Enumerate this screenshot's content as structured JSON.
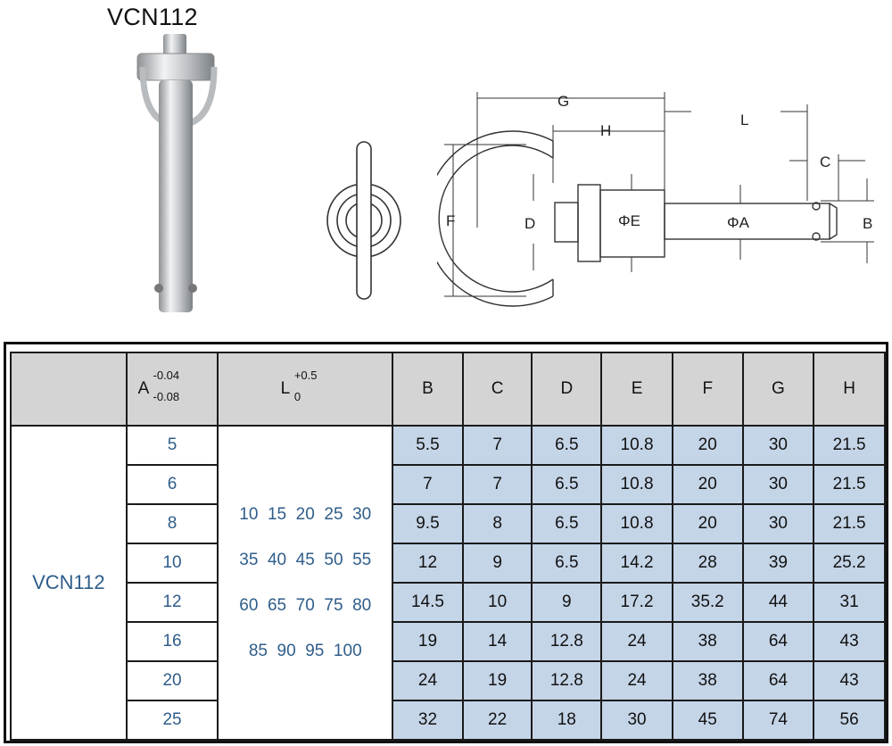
{
  "title": "VCN112",
  "drawing_labels": {
    "G": "G",
    "H": "H",
    "L": "L",
    "C": "C",
    "F": "F",
    "D": "D",
    "E": "ΦE",
    "A": "ΦA",
    "B": "B"
  },
  "table": {
    "header": {
      "blank": "",
      "a_label": "A",
      "a_tol_upper": "-0.04",
      "a_tol_lower": "-0.08",
      "l_label": "L",
      "l_tol_upper": "+0.5",
      "l_tol_lower": "0",
      "cols": [
        "B",
        "C",
        "D",
        "E",
        "F",
        "G",
        "H"
      ]
    },
    "model": "VCN112",
    "length_lines": [
      "10  15  20  25  30",
      "35  40  45  50  55",
      "60  65  70  75  80",
      "85  90  95  100"
    ],
    "rows": [
      {
        "A": "5",
        "cells": [
          "5.5",
          "7",
          "6.5",
          "10.8",
          "20",
          "30",
          "21.5"
        ]
      },
      {
        "A": "6",
        "cells": [
          "7",
          "7",
          "6.5",
          "10.8",
          "20",
          "30",
          "21.5"
        ]
      },
      {
        "A": "8",
        "cells": [
          "9.5",
          "8",
          "6.5",
          "10.8",
          "20",
          "30",
          "21.5"
        ]
      },
      {
        "A": "10",
        "cells": [
          "12",
          "9",
          "6.5",
          "14.2",
          "28",
          "39",
          "25.2"
        ]
      },
      {
        "A": "12",
        "cells": [
          "14.5",
          "10",
          "9",
          "17.2",
          "35.2",
          "44",
          "31"
        ]
      },
      {
        "A": "16",
        "cells": [
          "19",
          "14",
          "12.8",
          "24",
          "38",
          "64",
          "43"
        ]
      },
      {
        "A": "20",
        "cells": [
          "24",
          "19",
          "12.8",
          "24",
          "38",
          "64",
          "43"
        ]
      },
      {
        "A": "25",
        "cells": [
          "32",
          "22",
          "18",
          "30",
          "45",
          "74",
          "56"
        ]
      }
    ]
  },
  "colors": {
    "header_bg": "#d4d4d4",
    "value_bg": "#c5d5e8",
    "accent_text": "#2f5d8a"
  }
}
